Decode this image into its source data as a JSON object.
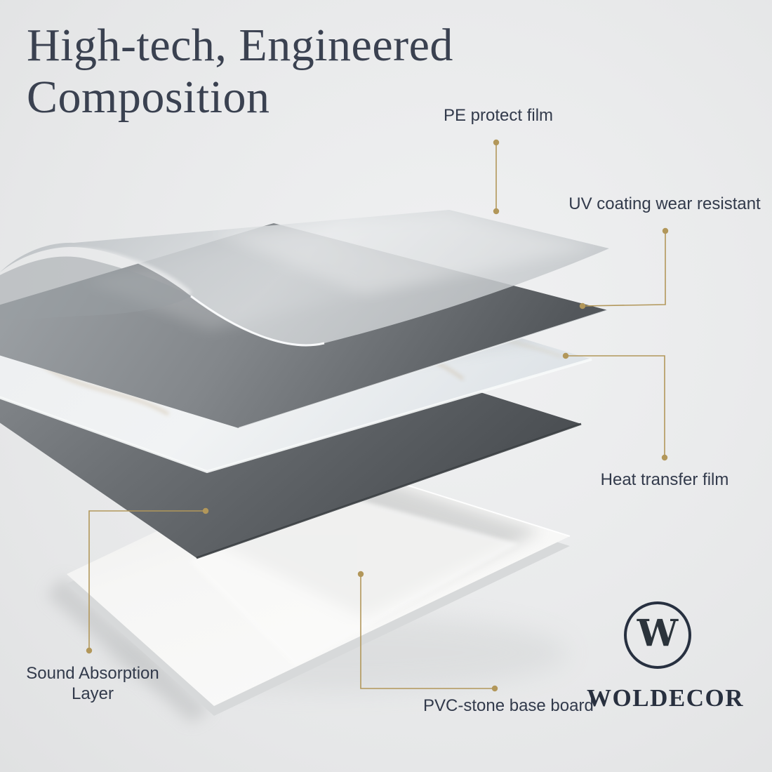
{
  "title": "High-tech, Engineered Composition",
  "layers": [
    {
      "label": "PE protect film"
    },
    {
      "label": "UV coating wear resistant"
    },
    {
      "label": "Heat transfer film"
    },
    {
      "label": "Sound Absorption Layer"
    },
    {
      "label": "PVC-stone base board"
    }
  ],
  "brand": {
    "name": "WOLDECOR",
    "monogram": "W"
  },
  "colors": {
    "background": "#e9eaeb",
    "title_navy": "#3a4150",
    "label_navy": "#323a4b",
    "accent_gold": "#b2975a",
    "logo_navy": "#273040"
  }
}
